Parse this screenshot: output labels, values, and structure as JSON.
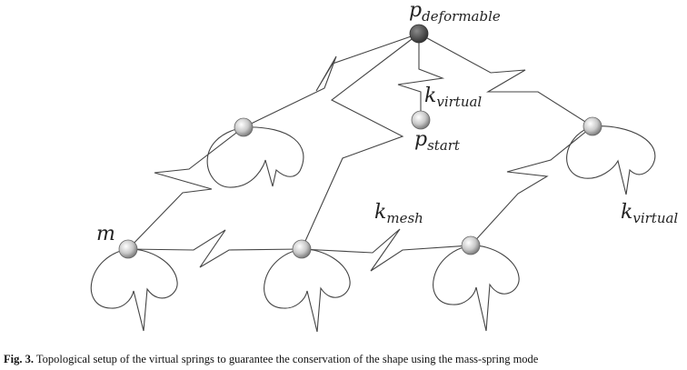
{
  "labels": {
    "p_deformable": {
      "main": "p",
      "sub": "deformable"
    },
    "k_virtual_center": {
      "main": "k",
      "sub": "virtual"
    },
    "p_start": {
      "main": "p",
      "sub": "start"
    },
    "k_mesh": {
      "main": "k",
      "sub": "mesh"
    },
    "k_virtual_right": {
      "main": "k",
      "sub": "virtual"
    },
    "m": {
      "main": "m"
    }
  },
  "caption": {
    "prefix": "Fig. 3.",
    "text": "Topological setup of the virtual springs to guarantee the conservation of the shape using the mass-spring mode"
  }
}
